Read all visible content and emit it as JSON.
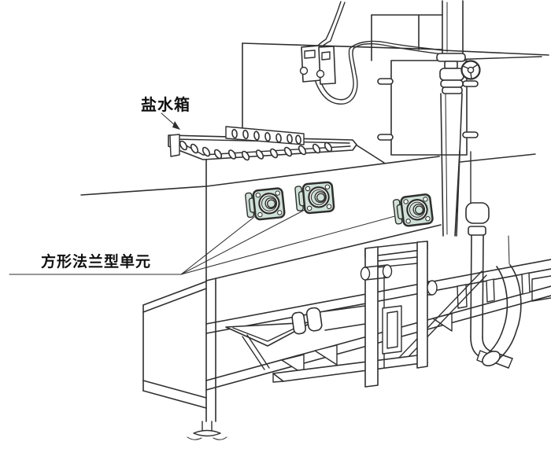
{
  "illustration": {
    "labels": {
      "brine_tank": "盐水箱",
      "square_flange_unit": "方形法兰型单元"
    },
    "bearing_unit_count": 3
  },
  "colors": {
    "line": "#2f2f2f",
    "unit_fill": "#cfe2d8",
    "background": "#ffffff"
  }
}
